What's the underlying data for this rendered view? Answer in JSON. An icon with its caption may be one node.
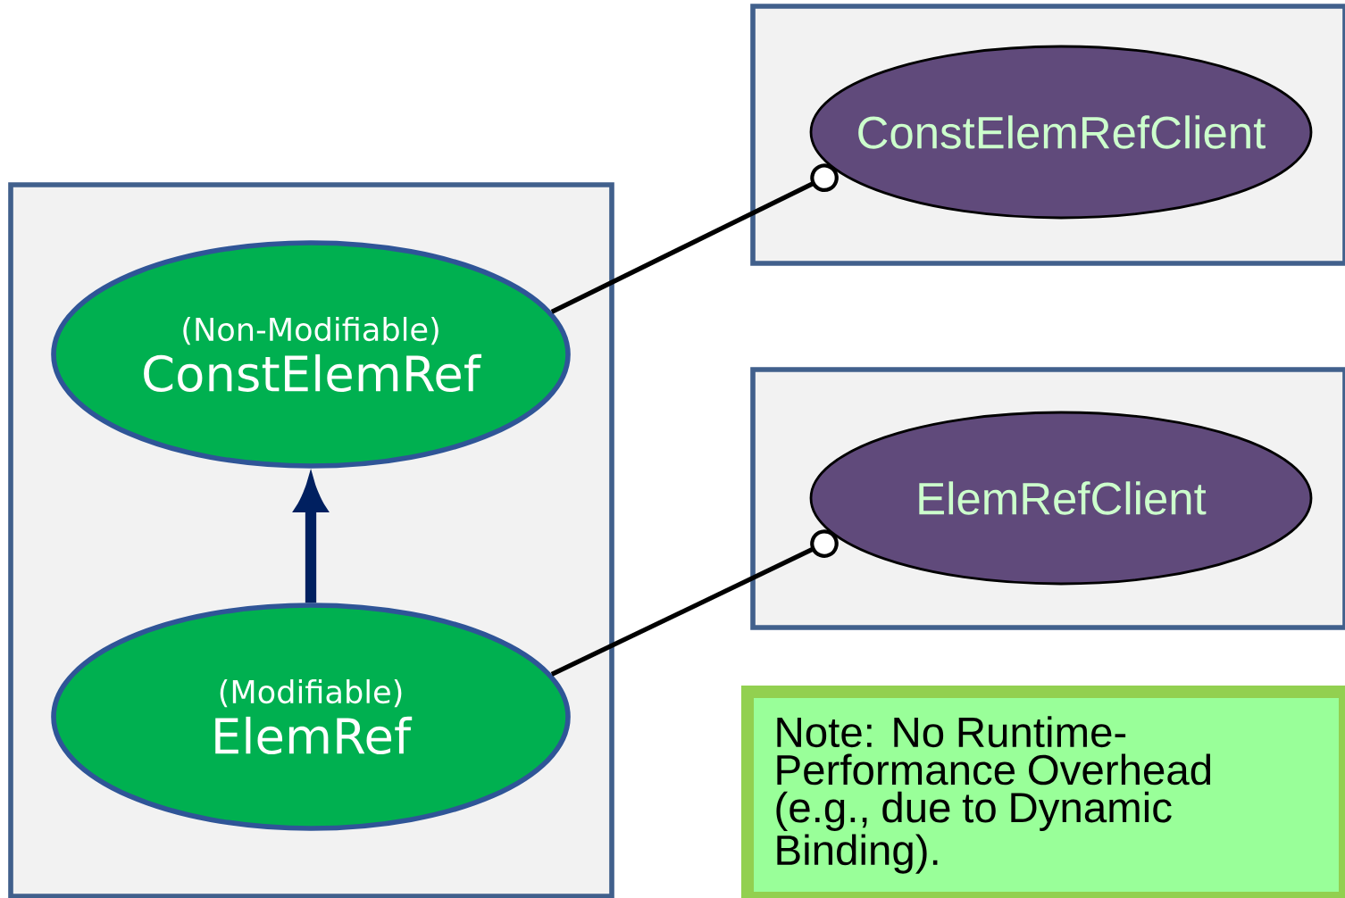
{
  "diagram": {
    "nodes": [
      {
        "text": [],
        "shape": "box"
      },
      {
        "text": [
          "(Non-Modifiable)",
          "ConstElemRef"
        ],
        "in": 0
      },
      {
        "text": [
          "(Modifiable)",
          "ElemRef"
        ],
        "in": 0
      },
      {
        "text": [],
        "shape": "box"
      },
      {
        "text": [
          "ConstElemRefClient"
        ],
        "in": 3
      },
      {
        "text": [],
        "shape": "box"
      },
      {
        "text": [
          "ElemRefClient"
        ],
        "in": 5
      },
      {
        "text": [
          "Note: No Runtime-Performance Overhead (e.g., due to Dynamic Binding)."
        ]
      }
    ],
    "edges": [
      {
        "from": 2,
        "to": 1,
        "arrow": "to",
        "style": "thick",
        "color": "#002060"
      },
      {
        "from": 1,
        "to": 4,
        "arrow": "other"
      },
      {
        "from": 2,
        "to": 6,
        "arrow": "other"
      }
    ]
  }
}
